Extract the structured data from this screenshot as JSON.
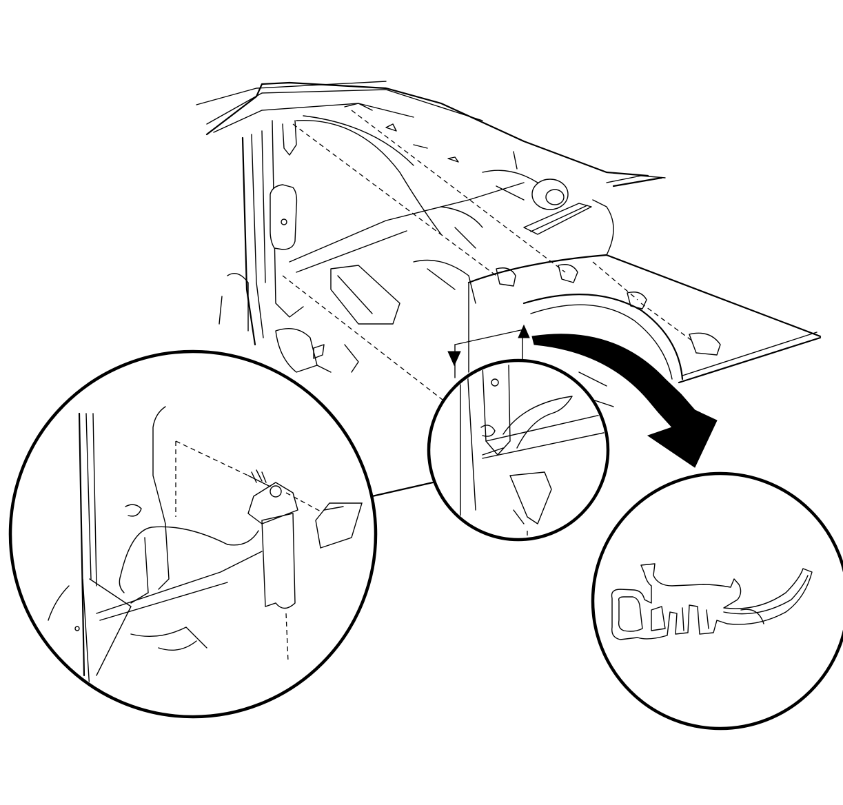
{
  "diagram": {
    "line_color": "#000000",
    "background": "#ffffff",
    "components": [
      "vehicle-body-panel",
      "rear-quarter-panel",
      "wheel-opening",
      "pillar",
      "detail-view-fastener",
      "detail-view-retainer",
      "seal-cross-section",
      "direction-arrow"
    ]
  }
}
